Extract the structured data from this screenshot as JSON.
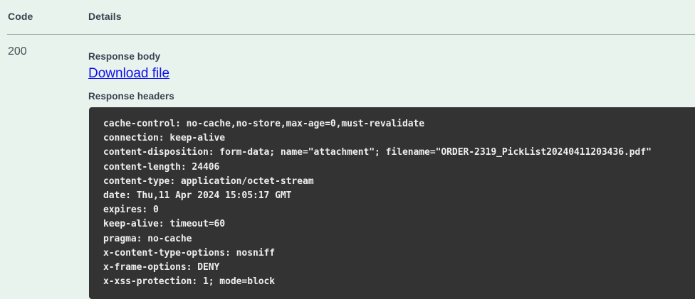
{
  "table": {
    "columns": {
      "code": "Code",
      "details": "Details"
    },
    "row": {
      "code": "200",
      "response_body_label": "Response body",
      "download_link": "Download file",
      "response_headers_label": "Response headers",
      "headers": [
        "cache-control: no-cache,no-store,max-age=0,must-revalidate",
        "connection: keep-alive",
        "content-disposition: form-data; name=\"attachment\"; filename=\"ORDER-2319_PickList20240411203436.pdf\"",
        "content-length: 24406",
        "content-type: application/octet-stream",
        "date: Thu,11 Apr 2024 15:05:17 GMT",
        "expires: 0",
        "keep-alive: timeout=60",
        "pragma: no-cache",
        "x-content-type-options: nosniff",
        "x-frame-options: DENY",
        "x-xss-protection: 1; mode=block"
      ]
    }
  },
  "colors": {
    "page_background": "#e8f3ed",
    "headers_block_background": "#333333",
    "headers_text": "#eeeeee",
    "link": "#1010ee",
    "heading_text": "#3b4151",
    "divider": "#9fb3ac"
  }
}
